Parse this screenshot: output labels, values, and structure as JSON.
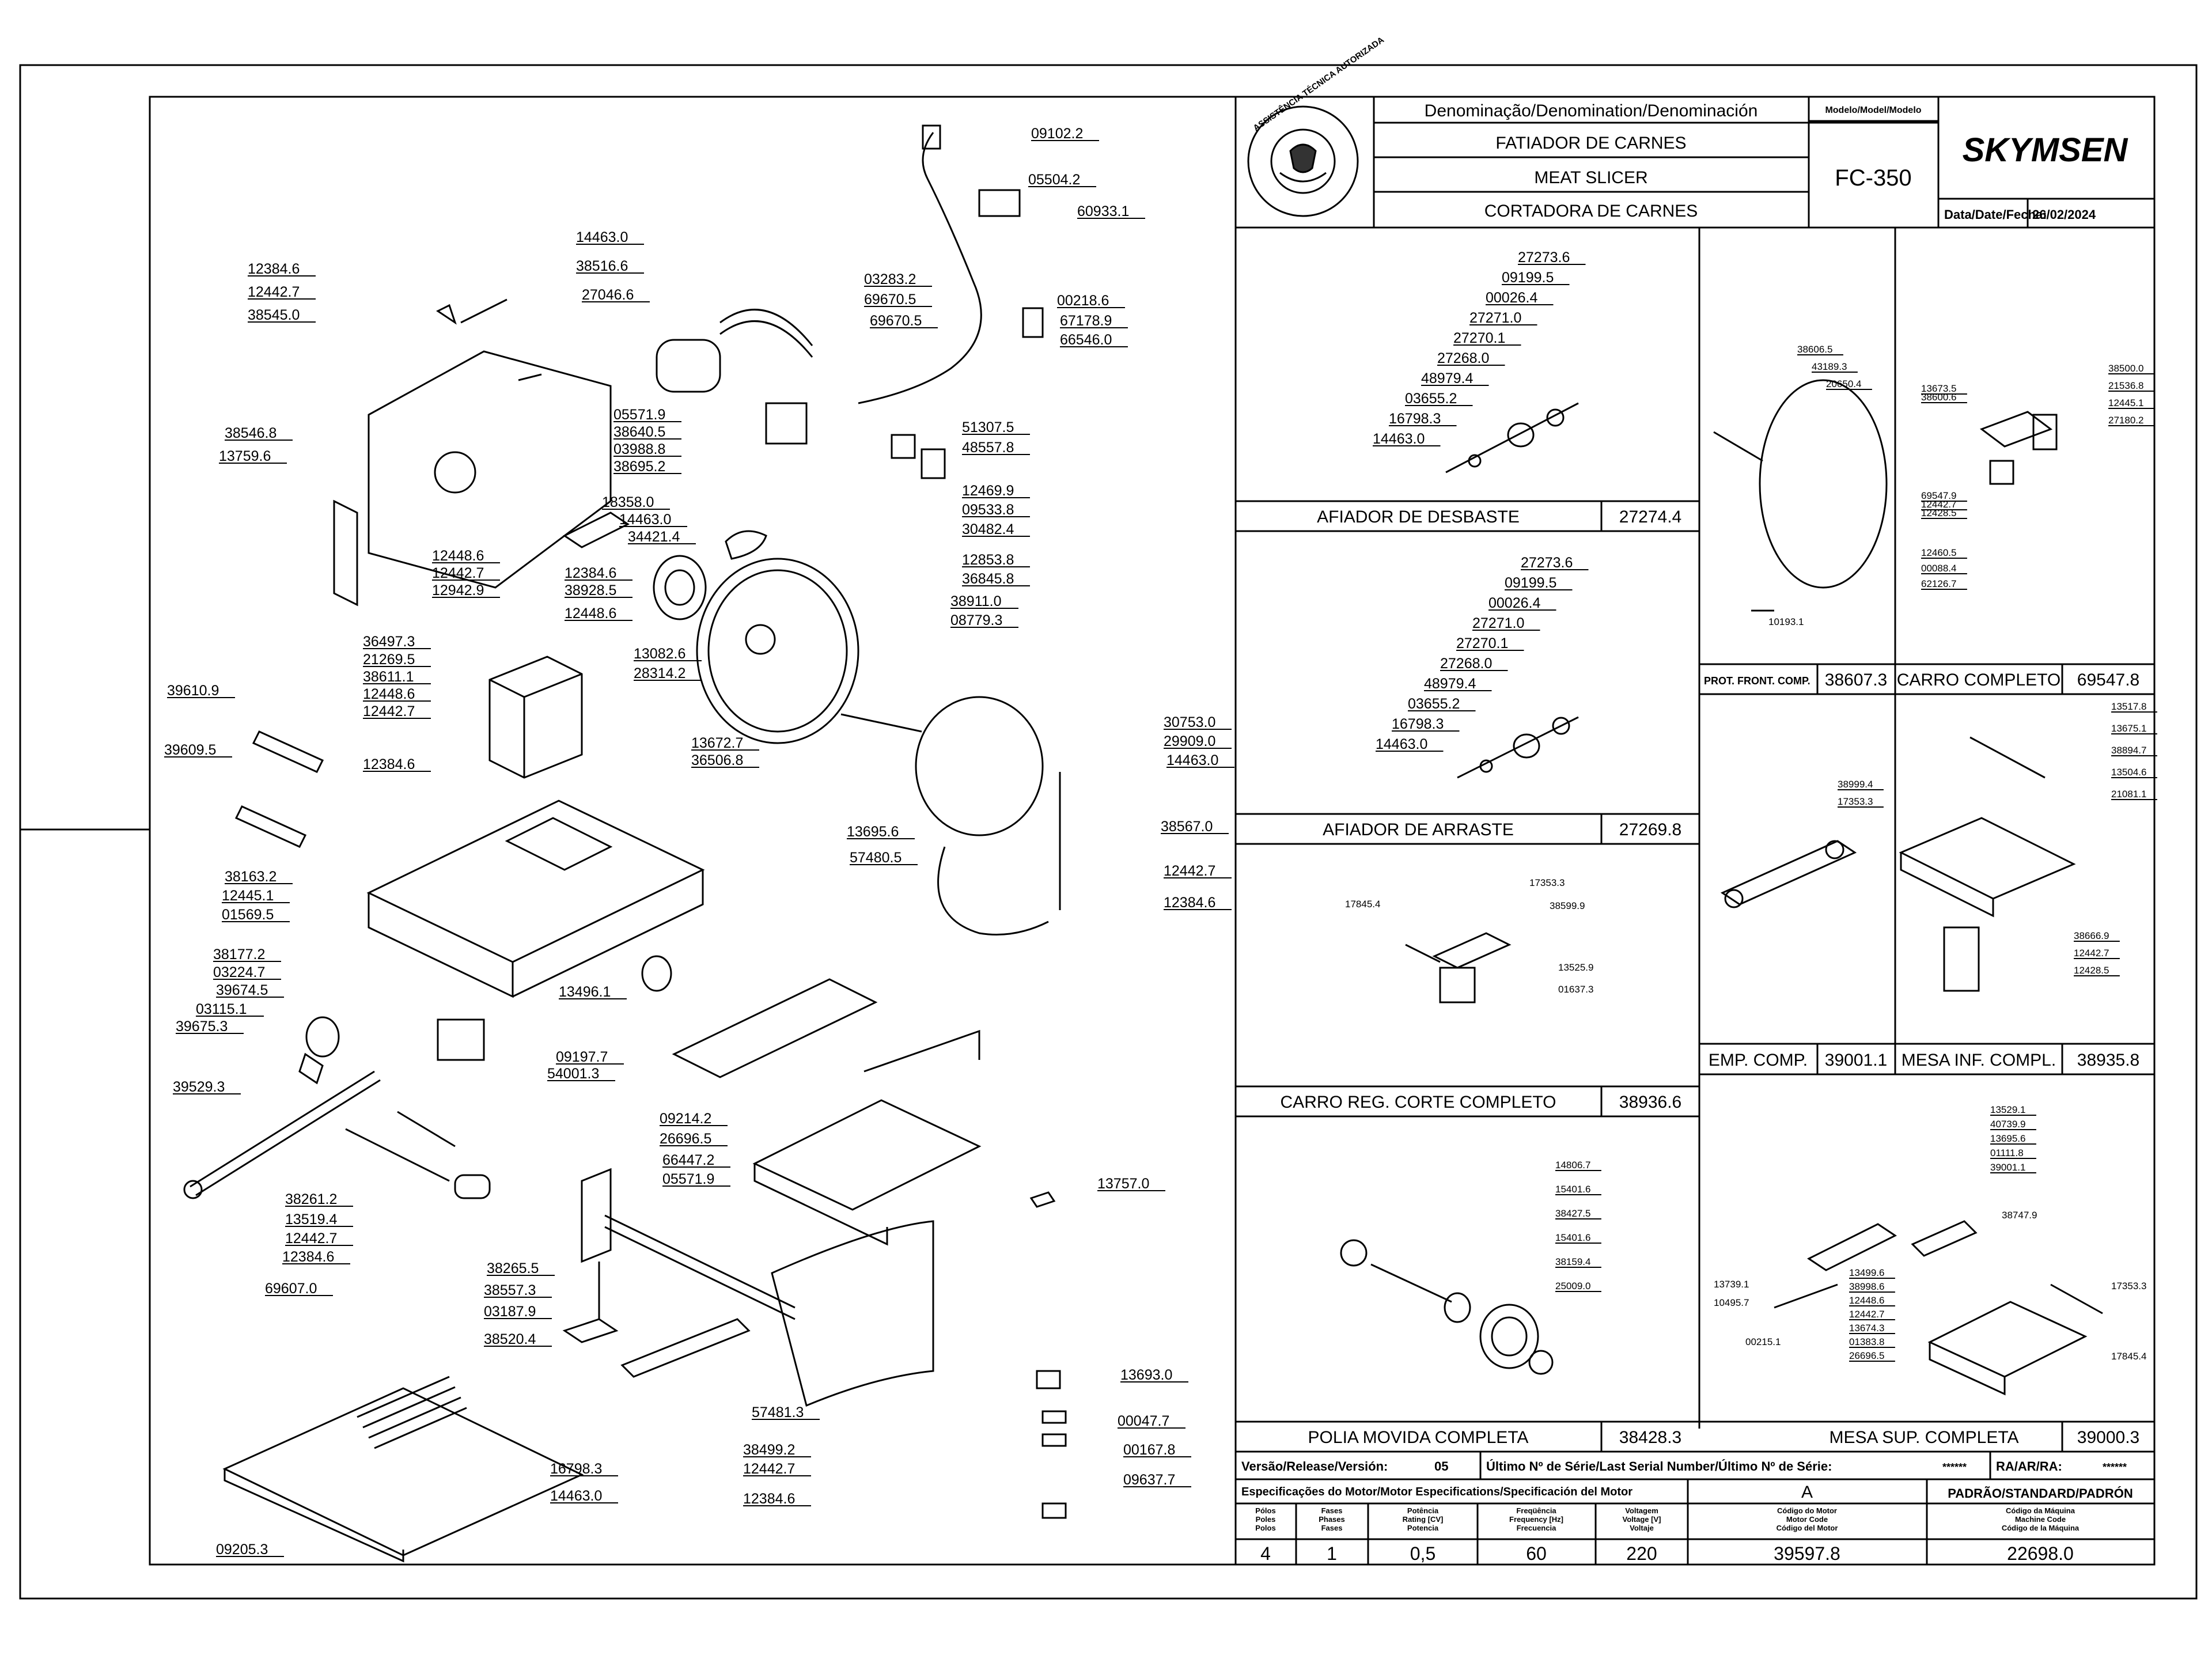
{
  "title_block": {
    "denomination_header": "Denominação/Denomination/Denominación",
    "model_header": "Modelo/Model/Modelo",
    "name_pt": "FATIADOR DE CARNES",
    "name_en": "MEAT SLICER",
    "name_es": "CORTADORA DE CARNES",
    "model": "FC-350",
    "brand": "SKYMSEN",
    "date_label": "Data/Date/Fecha:",
    "date": "26/02/2024",
    "seal_text": "ASSISTÊNCIA TÉCNICA AUTORIZADA"
  },
  "main_labels": [
    "09102.2",
    "05504.2",
    "60933.1",
    "00218.6",
    "67178.9",
    "66546.0",
    "03283.2",
    "69670.5",
    "69670.5",
    "14463.0",
    "38516.6",
    "12384.6",
    "12442.7",
    "27046.6",
    "38545.0",
    "38546.8",
    "13759.6",
    "05571.9",
    "38640.5",
    "03988.8",
    "38695.2",
    "51307.5",
    "48557.8",
    "18358.0",
    "14463.0",
    "34421.4",
    "12469.9",
    "09533.8",
    "30482.4",
    "12448.6",
    "12442.7",
    "12853.8",
    "36845.8",
    "12384.6",
    "38928.5",
    "12942.9",
    "12448.6",
    "38911.0",
    "08779.3",
    "36497.3",
    "21269.5",
    "13082.6",
    "28314.2",
    "38611.1",
    "12448.6",
    "12442.7",
    "39610.9",
    "13672.7",
    "36506.8",
    "12384.6",
    "39609.5",
    "30753.0",
    "29909.0",
    "14463.0",
    "13695.6",
    "57480.5",
    "38567.0",
    "38163.2",
    "12445.1",
    "01569.5",
    "12442.7",
    "12384.6",
    "38177.2",
    "03224.7",
    "39674.5",
    "03115.1",
    "39675.3",
    "13496.1",
    "09197.7",
    "54001.3",
    "39529.3",
    "09214.2",
    "26696.5",
    "66447.2",
    "05571.9",
    "13757.0",
    "38261.2",
    "13519.4",
    "12442.7",
    "12384.6",
    "69607.0",
    "38265.5",
    "38557.3",
    "03187.9",
    "38520.4",
    "13693.0",
    "57481.3",
    "00047.7",
    "38499.2",
    "00167.8",
    "12442.7",
    "09637.7",
    "16798.3",
    "14463.0",
    "12384.6",
    "09205.3"
  ],
  "subassemblies": {
    "afiador_desbaste": {
      "name": "AFIADOR DE DESBASTE",
      "code": "27274.4",
      "parts": [
        "27273.6",
        "09199.5",
        "00026.4",
        "27271.0",
        "27270.1",
        "27268.0",
        "48979.4",
        "03655.2",
        "16798.3",
        "14463.0"
      ]
    },
    "afiador_arraste": {
      "name": "AFIADOR DE ARRASTE",
      "code": "27269.8",
      "parts": [
        "27273.6",
        "09199.5",
        "00026.4",
        "27271.0",
        "27270.1",
        "27268.0",
        "48979.4",
        "03655.2",
        "16798.3",
        "14463.0"
      ]
    },
    "prot_front": {
      "name": "PROT. FRONT. COMP.",
      "code": "38607.3",
      "parts": [
        "38606.5",
        "43189.3",
        "20650.4",
        "10193.1"
      ]
    },
    "carro_completo": {
      "name": "CARRO COMPLETO",
      "code": "69547.8",
      "parts": [
        "13673.5",
        "38600.6",
        "38500.0",
        "21536.8",
        "12445.1",
        "27180.2",
        "69547.9",
        "12442.7",
        "12428.5",
        "12460.5",
        "00088.4",
        "62126.7"
      ]
    },
    "carro_reg": {
      "name": "CARRO REG. CORTE COMPLETO",
      "code": "38936.6",
      "parts": [
        "17353.3",
        "17845.4",
        "38599.9",
        "13525.9",
        "01637.3"
      ]
    },
    "emp_comp": {
      "name": "EMP. COMP.",
      "code": "39001.1",
      "parts": [
        "38999.4",
        "17353.3"
      ]
    },
    "mesa_inf": {
      "name": "MESA INF. COMPL.",
      "code": "38935.8",
      "parts": [
        "13517.8",
        "13675.1",
        "38894.7",
        "13504.6",
        "21081.1",
        "38666.9",
        "12442.7",
        "12428.5"
      ]
    },
    "polia": {
      "name": "POLIA MOVIDA COMPLETA",
      "code": "38428.3",
      "parts": [
        "14806.7",
        "15401.6",
        "38427.5",
        "15401.6",
        "38159.4",
        "25009.0"
      ]
    },
    "mesa_sup": {
      "name": "MESA SUP. COMPLETA",
      "code": "39000.3",
      "parts": [
        "13529.1",
        "40739.9",
        "13695.6",
        "01111.8",
        "39001.1",
        "38747.9",
        "13739.1",
        "10495.7",
        "00215.1",
        "13499.6",
        "38998.6",
        "12448.6",
        "12442.7",
        "13674.3",
        "01383.8",
        "26696.5",
        "17353.3",
        "17845.4"
      ]
    }
  },
  "release": {
    "version_label": "Versão/Release/Versión:",
    "version": "05",
    "serial_label": "Último Nº de Série/Last Serial Number/Último Nº de Série:",
    "serial": "******",
    "ra_label": "RA/AR/RA:",
    "ra": "******"
  },
  "motor": {
    "spec_label": "Especificações do Motor/Motor Especifications/Specificación del Motor",
    "col_a": "A",
    "standard_label": "PADRÃO/STANDARD/PADRÓN",
    "headers": [
      [
        "Pólos",
        "Poles",
        "Polos"
      ],
      [
        "Fases",
        "Phases",
        "Fases"
      ],
      [
        "Potência",
        "Rating [CV]",
        "Potencia"
      ],
      [
        "Freqüência",
        "Frequency [Hz]",
        "Frecuencia"
      ],
      [
        "Voltagem",
        "Voltage [V]",
        "Voltaje"
      ],
      [
        "Código do Motor",
        "Motor Code",
        "Código del Motor"
      ],
      [
        "Código da Máquina",
        "Machine Code",
        "Código de la Máquina"
      ]
    ],
    "values": [
      "4",
      "1",
      "0,5",
      "60",
      "220",
      "39597.8",
      "22698.0"
    ]
  }
}
